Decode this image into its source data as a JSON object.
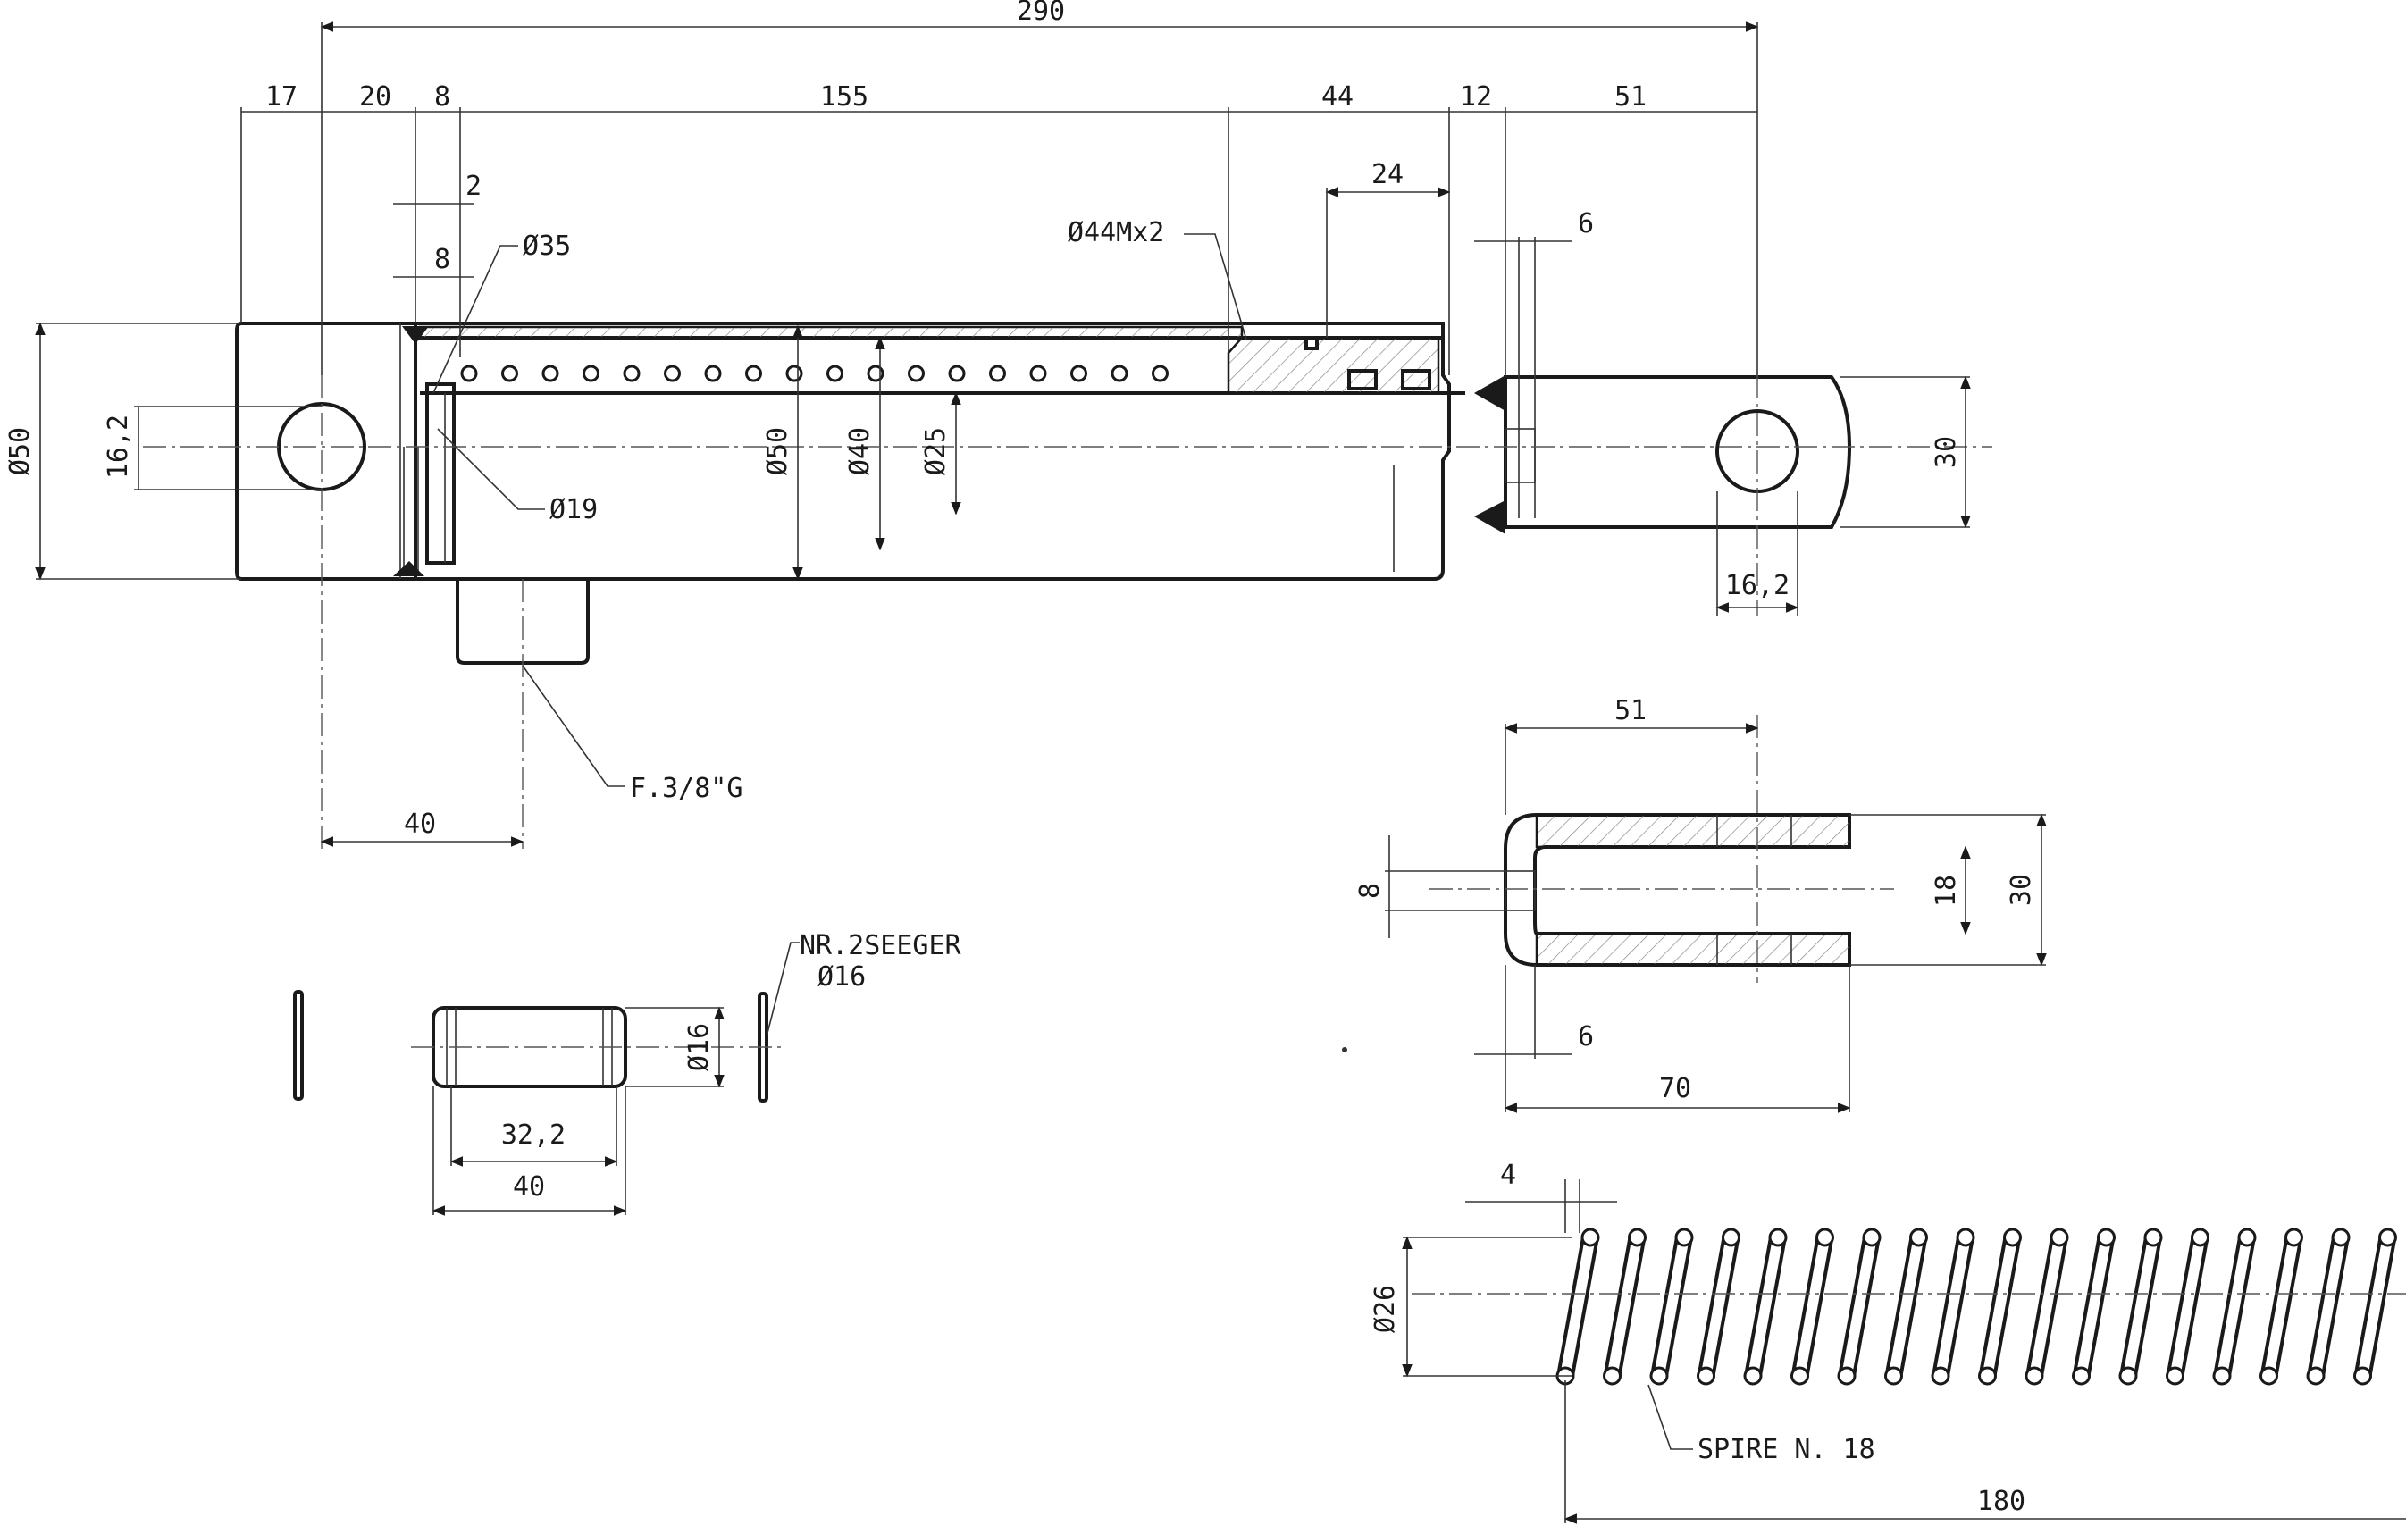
{
  "cylinder": {
    "overall": "290",
    "segments": [
      "17",
      "20",
      "8",
      "155",
      "44",
      "12",
      "51"
    ],
    "small_2": "2",
    "small_8": "8",
    "dia_35": "Ø35",
    "dia_19": "Ø19",
    "thread": "Ø44Mx2",
    "dim_24": "24",
    "dim_6": "6",
    "dia_50_left": "Ø50",
    "dim_16_2": "16,2",
    "dia_50": "Ø50",
    "dia_40": "Ø40",
    "dia_25": "Ø25",
    "rod_30": "30",
    "rod_16_2": "16,2",
    "port": "F.3/8\"G",
    "port_40": "40"
  },
  "clevis": {
    "len_51": "51",
    "gap_8": "8",
    "slot_18": "18",
    "height_30": "30",
    "dim_6": "6",
    "len_70": "70"
  },
  "pin": {
    "note_line1": "NR.2SEEGER",
    "note_line2": "Ø16",
    "dia": "Ø16",
    "inner": "32,2",
    "length": "40"
  },
  "spring": {
    "wire": "4",
    "dia": "Ø26",
    "turns": "SPIRE N. 18",
    "length": "180",
    "coil_count": 18
  }
}
